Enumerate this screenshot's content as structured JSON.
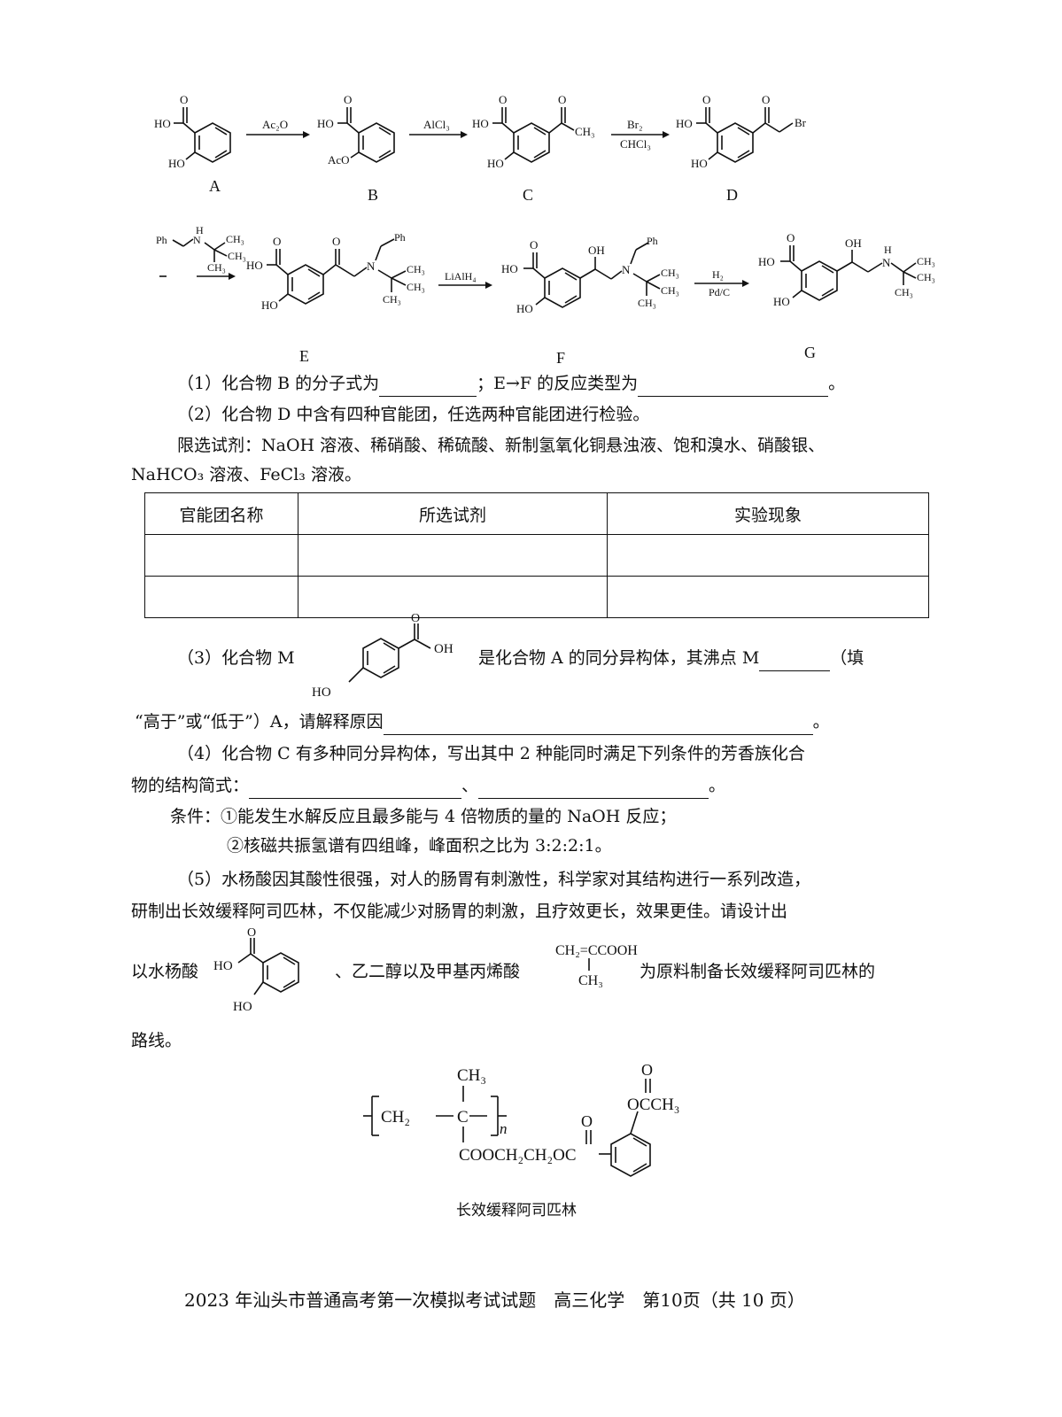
{
  "scheme": {
    "compounds": [
      "A",
      "B",
      "C",
      "D",
      "E",
      "F",
      "G"
    ],
    "reagents": {
      "a_to_b": "Ac₂O",
      "b_to_c": "AlCl₃",
      "c_to_d_top": "Br₂",
      "c_to_d_bottom": "CHCl₃",
      "e_to_f": "LiAlH₄",
      "f_to_g_top": "H₂",
      "f_to_g_bottom": "Pd/C",
      "amine_ph": "Ph",
      "amine_nh": "H",
      "amine_n": "N",
      "amine_ch3": "CH₃"
    },
    "atoms": {
      "o": "O",
      "ho": "HO",
      "aco": "AcO",
      "ch3": "CH₃",
      "br": "Br",
      "n": "N",
      "ph": "Ph",
      "oh": "OH",
      "h": "H"
    }
  },
  "q1": {
    "text_a": "（1）化合物 B 的分子式为",
    "text_b": "；E→F 的反应类型为",
    "end": "。"
  },
  "q2": {
    "text": "（2）化合物 D 中含有四种官能团，任选两种官能团进行检验。",
    "reagents_line1": "限选试剂：NaOH 溶液、稀硝酸、稀硫酸、新制氢氧化铜悬浊液、饱和溴水、硝酸银、",
    "reagents_line2": "NaHCO₃ 溶液、FeCl₃ 溶液。",
    "table_headers": [
      "官能团名称",
      "所选试剂",
      "实验现象"
    ]
  },
  "q3": {
    "text_a": "（3）化合物 M",
    "text_b": "是化合物 A 的同分异构体，其沸点 M",
    "text_c": "（填",
    "text_d": "“高于”或“低于”）A，请解释原因",
    "end": "。",
    "m_oh": "OH",
    "m_ho": "HO",
    "m_o": "O"
  },
  "q4": {
    "line1": "（4）化合物 C 有多种同分异构体，写出其中 2 种能同时满足下列条件的芳香族化合",
    "line2": "物的结构简式：",
    "sep": "、",
    "end": "。",
    "cond1": "条件：①能发生水解反应且最多能与 4 倍物质的量的 NaOH 反应；",
    "cond2": "②核磁共振氢谱有四组峰，峰面积之比为 3:2:2:1。"
  },
  "q5": {
    "line1": "（5）水杨酸因其酸性很强，对人的肠胃有刺激性，科学家对其结构进行一系列改造，",
    "line2": "研制出长效缓释阿司匹林，不仅能减少对肠胃的刺激，且疗效更长，效果更佳。请设计出",
    "line3_a": "以水杨酸",
    "line3_b": "、乙二醇以及甲基丙烯酸",
    "line3_c": "为原料制备长效缓释阿司匹林的",
    "line4": "路线。",
    "methacrylic_top": "CH₂=CCOOH",
    "methacrylic_bottom": "CH₃",
    "polymer_ch3": "CH₃",
    "polymer_ch2": "CH₂",
    "polymer_c": "C",
    "polymer_n": "n",
    "polymer_ester": "COOCH₂CH₂OC",
    "polymer_o": "O",
    "polymer_occh3": "OCCH₃",
    "caption": "长效缓释阿司匹林"
  },
  "footer": "2023 年汕头市普通高考第一次模拟考试试题　高三化学　第10页（共 10 页）"
}
